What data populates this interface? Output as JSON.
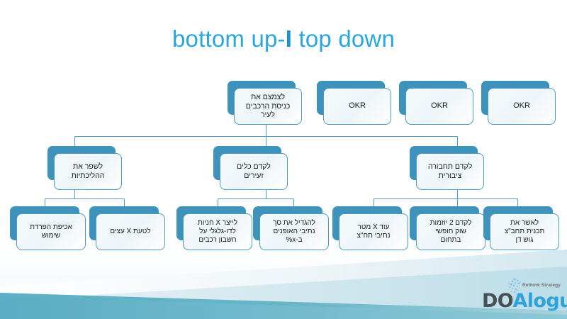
{
  "slide": {
    "title_prefix": "bottom up-",
    "title_highlight": "I",
    "title_suffix": " top down"
  },
  "colors": {
    "accent": "#29A6DE",
    "box_fill_back": "#3E93BB",
    "box_border": "#4C9CC4",
    "box_fill_front": "#eef5f9",
    "connector": "#4C9CC4",
    "wave_teal": "#5BAFC6",
    "logo_dark": "#4a4f54",
    "logo_blue": "#2FA4DC"
  },
  "diagram": {
    "root": {
      "label": "לצמצם את\nכניסת הרכבים\nלעיר"
    },
    "okr_boxes": [
      {
        "label": "OKR"
      },
      {
        "label": "OKR"
      },
      {
        "label": "OKR"
      }
    ],
    "level2": [
      {
        "label": "לשפר את\nההליכתיות"
      },
      {
        "label": "לקדם כלים\nזעירים"
      },
      {
        "label": "לקדם תחבורה\nציבורית"
      }
    ],
    "level3": [
      {
        "label": "אכיפת הפרדת\nשימוש"
      },
      {
        "label": "לטעת  X עצים"
      },
      {
        "label": "לייצר  X חניות\nלדו-גלגלי על\nחשבון רכבים"
      },
      {
        "label": "להגדיל את סך\nנתיבי האופנים\nב-x%"
      },
      {
        "label": "עוד X מטר\nנתיבי תח\"צ"
      },
      {
        "label": "לקדם 2 יוזמות\nשוק חופשי\nבתחום"
      },
      {
        "label": "לאשר את\nתכנית תחב\"צ\nגוש דן"
      }
    ]
  },
  "logo": {
    "tagline": "Rethink Strategy",
    "word_first": "DO",
    "word_second": "Alogue"
  }
}
